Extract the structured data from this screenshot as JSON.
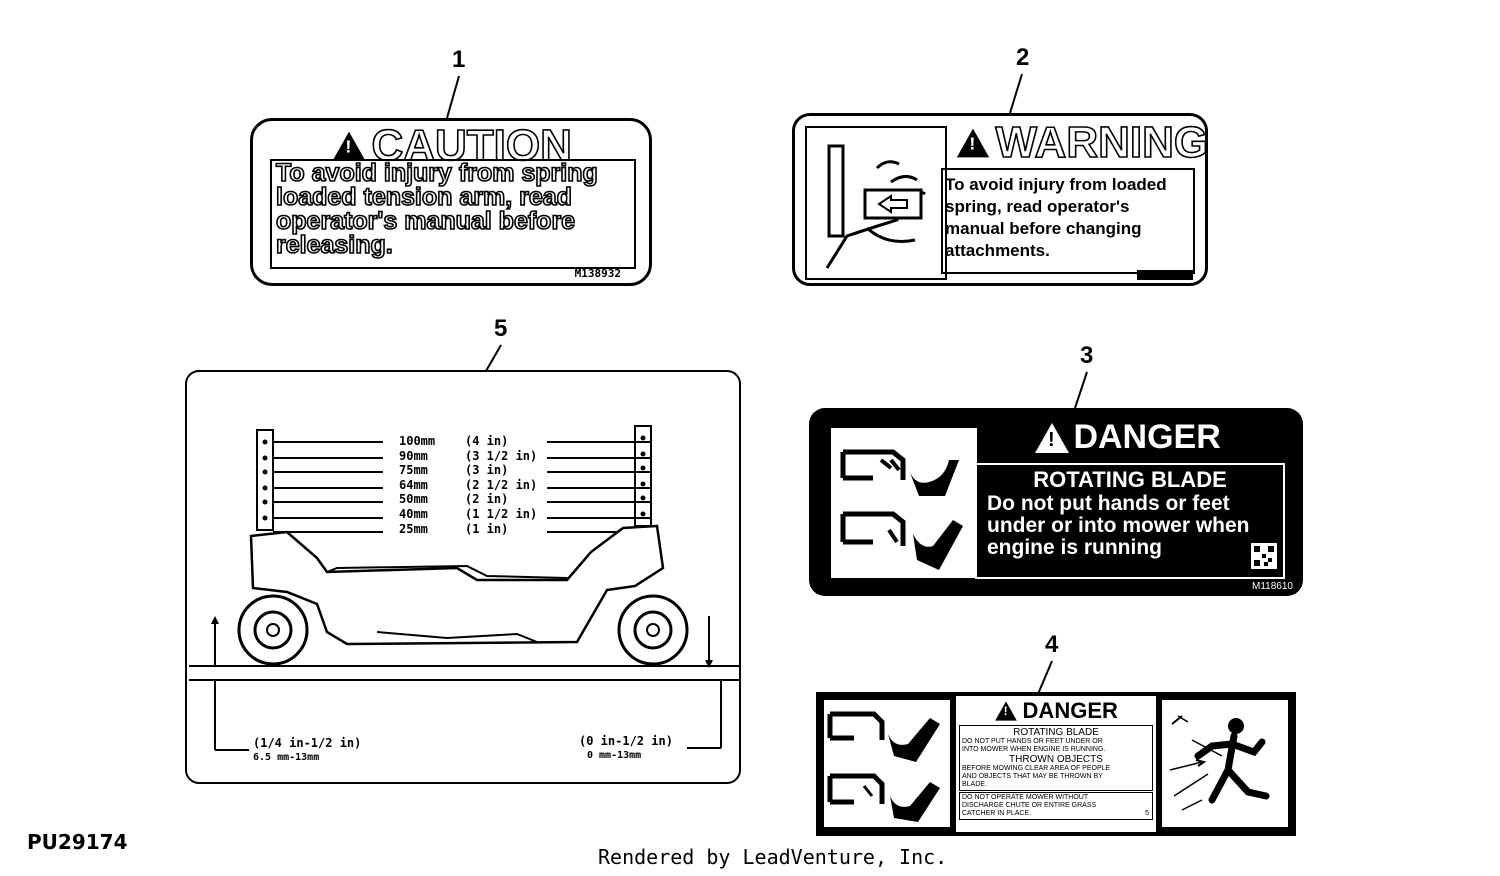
{
  "callouts": {
    "c1": "1",
    "c2": "2",
    "c3": "3",
    "c4": "4",
    "c5": "5"
  },
  "decal1": {
    "heading": "CAUTION",
    "body": [
      "To avoid injury from spring",
      "loaded tension arm, read",
      "operator's manual before",
      "releasing."
    ],
    "part": "M138932"
  },
  "decal2": {
    "heading": "WARNING",
    "body": [
      "To avoid injury from loaded",
      "spring, read operator's",
      "manual before changing",
      "attachments."
    ]
  },
  "decal3": {
    "heading": "DANGER",
    "subheading": "ROTATING BLADE",
    "body": [
      "Do not put hands or feet",
      "under or into mower when",
      "engine is running"
    ],
    "part": "M118610"
  },
  "decal4": {
    "heading": "DANGER",
    "s1_title": "ROTATING BLADE",
    "s1_text": [
      "DO NOT PUT HANDS OR FEET UNDER OR",
      "INTO MOWER WHEN ENGINE IS RUNNING."
    ],
    "s2_title": "THROWN OBJECTS",
    "s2_text": [
      "BEFORE MOWING CLEAR AREA OF PEOPLE",
      "AND OBJECTS THAT MAY BE THROWN BY",
      "BLADE."
    ],
    "s3_text": [
      "DO NOT OPERATE MOWER WITHOUT",
      "DISCHARGE CHUTE OR ENTIRE GRASS",
      "CATCHER IN PLACE."
    ],
    "s3_ref": "5"
  },
  "decal5": {
    "heights": [
      "100mm",
      "90mm",
      "75mm",
      "64mm",
      "50mm",
      "40mm",
      "25mm"
    ],
    "inches": [
      "(4 in)",
      "(3 1/2 in)",
      "(3 in)",
      "(2 1/2 in)",
      "(2 in)",
      "(1 1/2 in)",
      "(1 in)"
    ],
    "left_range": "(1/4 in-1/2 in)",
    "left_range_mm": "6.5 mm-13mm",
    "right_range": "(0 in-1/2 in)",
    "right_range_mm": "0 mm-13mm"
  },
  "figure_id": "PU29174",
  "footer": "Rendered by LeadVenture, Inc."
}
